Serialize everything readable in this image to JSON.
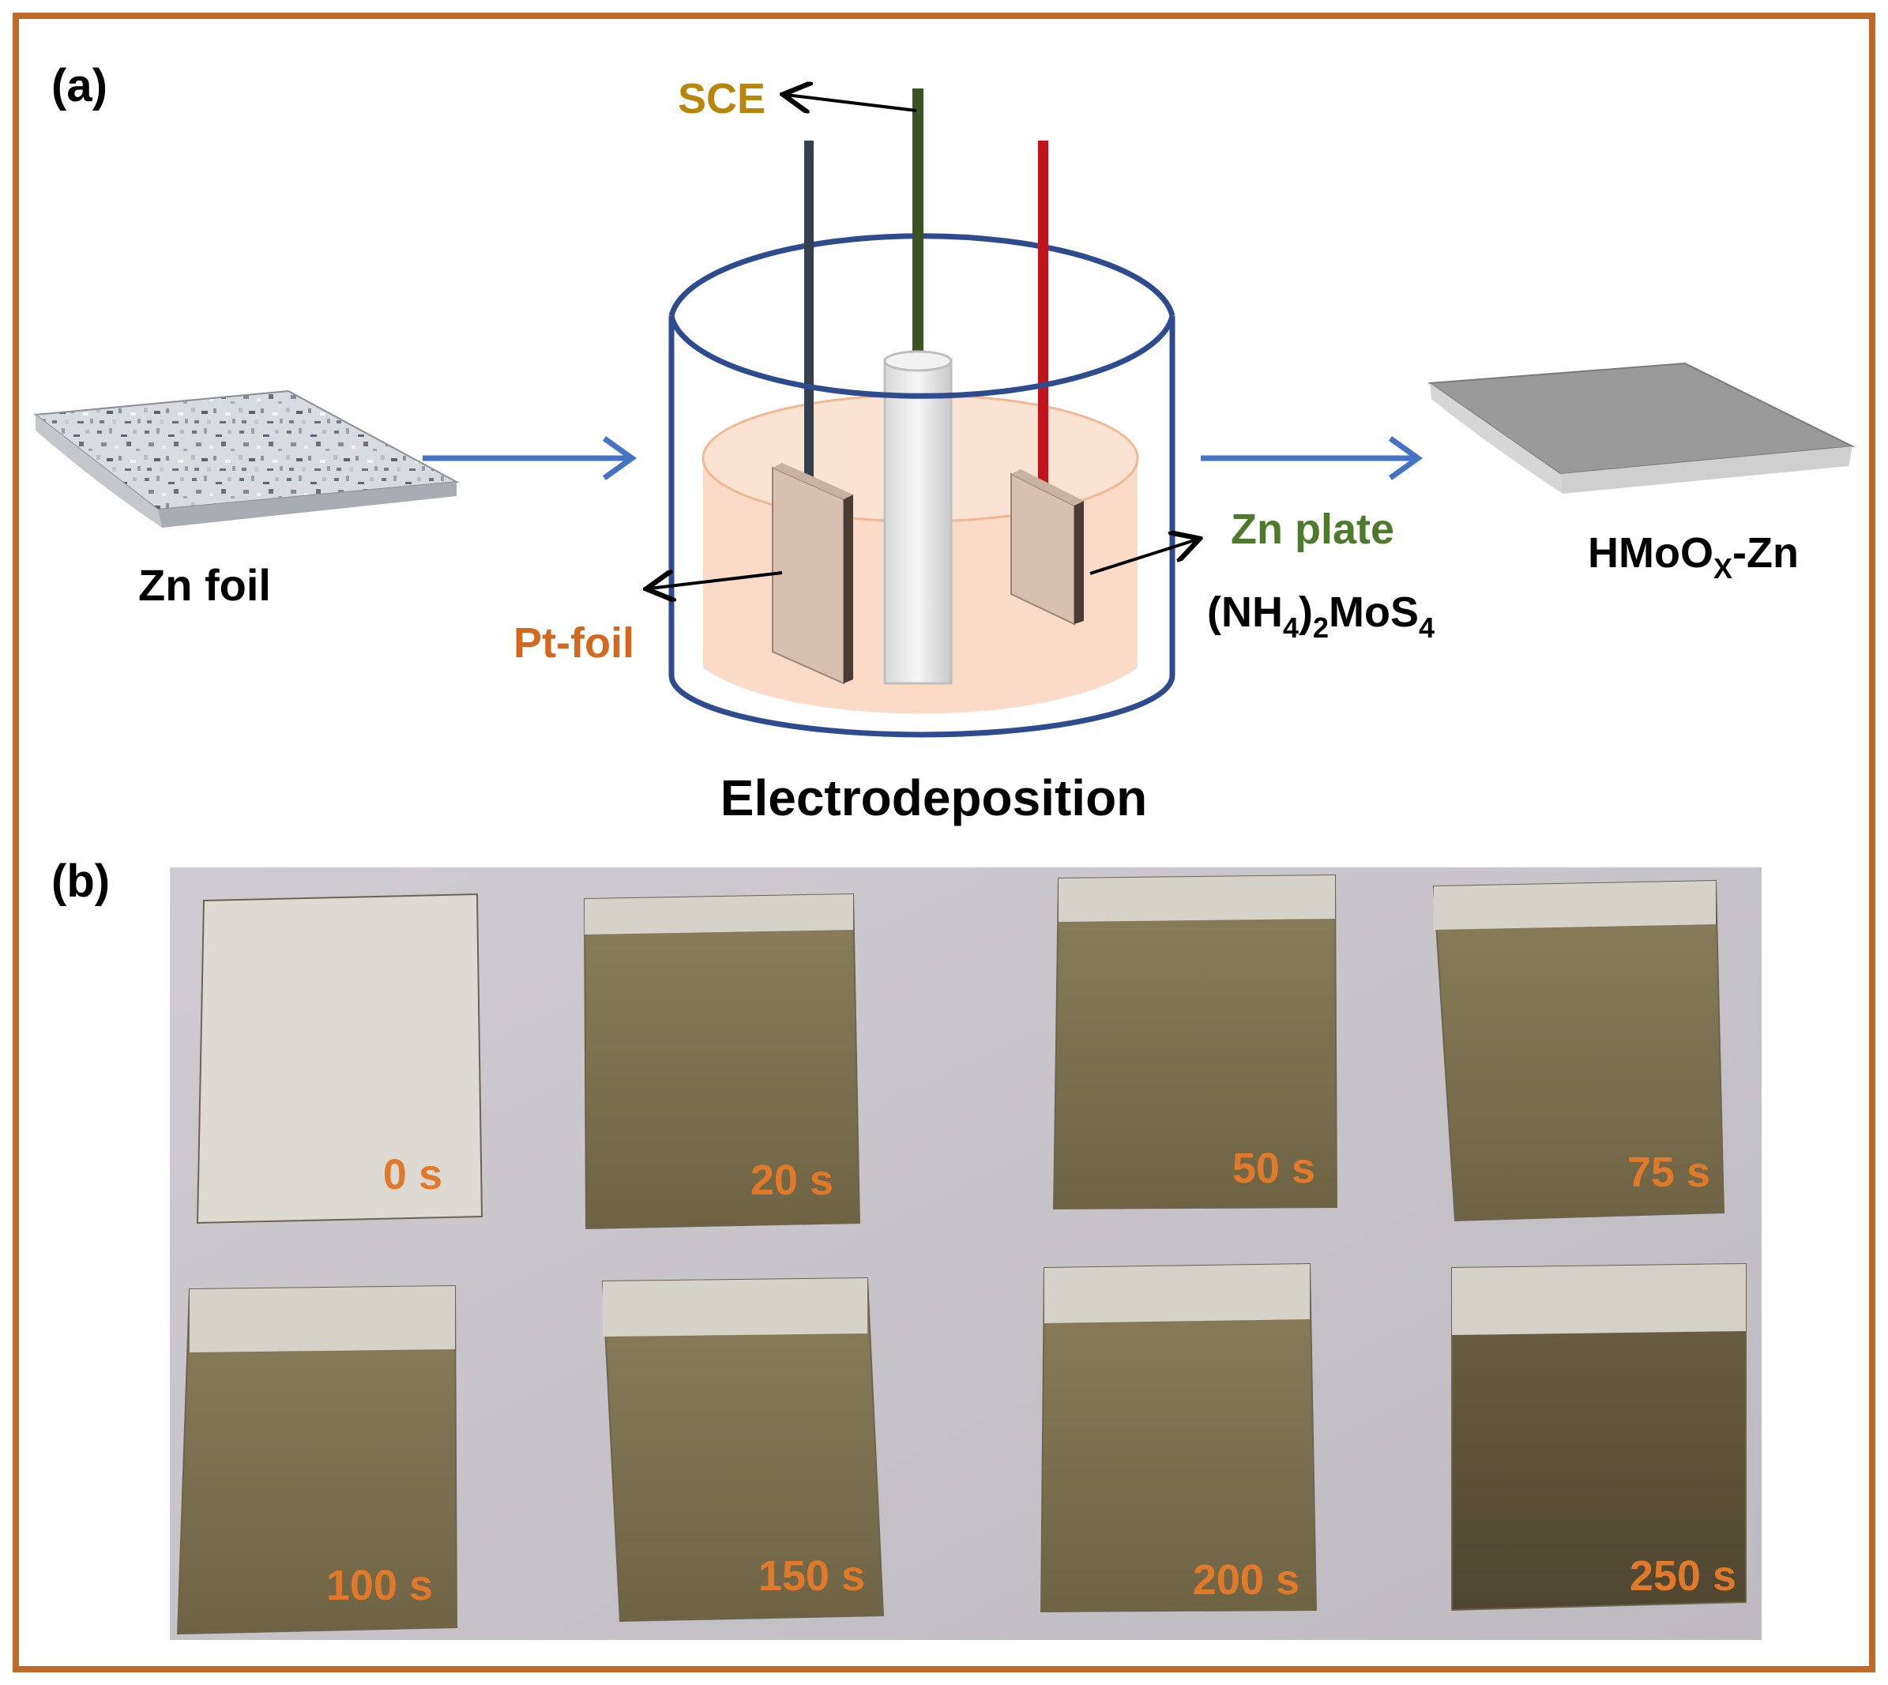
{
  "panel_a": {
    "label": "(a)",
    "zn_foil_label": "Zn foil",
    "sce_label": "SCE",
    "pt_foil_label": "Pt-foil",
    "zn_plate_label": "Zn plate",
    "electrolyte_label": {
      "open": "(NH",
      "sub1": "4",
      "mid": ")",
      "sub2": "2",
      "main": "MoS",
      "sub3": "4"
    },
    "product_label": {
      "main": "HMoO",
      "sub": "X",
      "suffix": "-Zn"
    },
    "process_label": "Electrodeposition"
  },
  "panel_b": {
    "label": "(b)",
    "samples": [
      {
        "time": "0 s"
      },
      {
        "time": "20 s"
      },
      {
        "time": "50 s"
      },
      {
        "time": "75 s"
      },
      {
        "time": "100 s"
      },
      {
        "time": "150 s"
      },
      {
        "time": "200 s"
      },
      {
        "time": "250 s"
      }
    ]
  },
  "colors": {
    "frame": "#c0682a",
    "arrow_blue": "#4472c4",
    "beaker_outline": "#2f4b8f",
    "solution": "#f9d9c4",
    "sce_label": "#b8860b",
    "pt_label": "#d2691e",
    "zn_plate_label": "#4e7a2c",
    "sample_label": "#e07a2a",
    "electrode_dark": "#34404f",
    "electrode_green": "#3b5323",
    "electrode_red": "#c0141c"
  }
}
